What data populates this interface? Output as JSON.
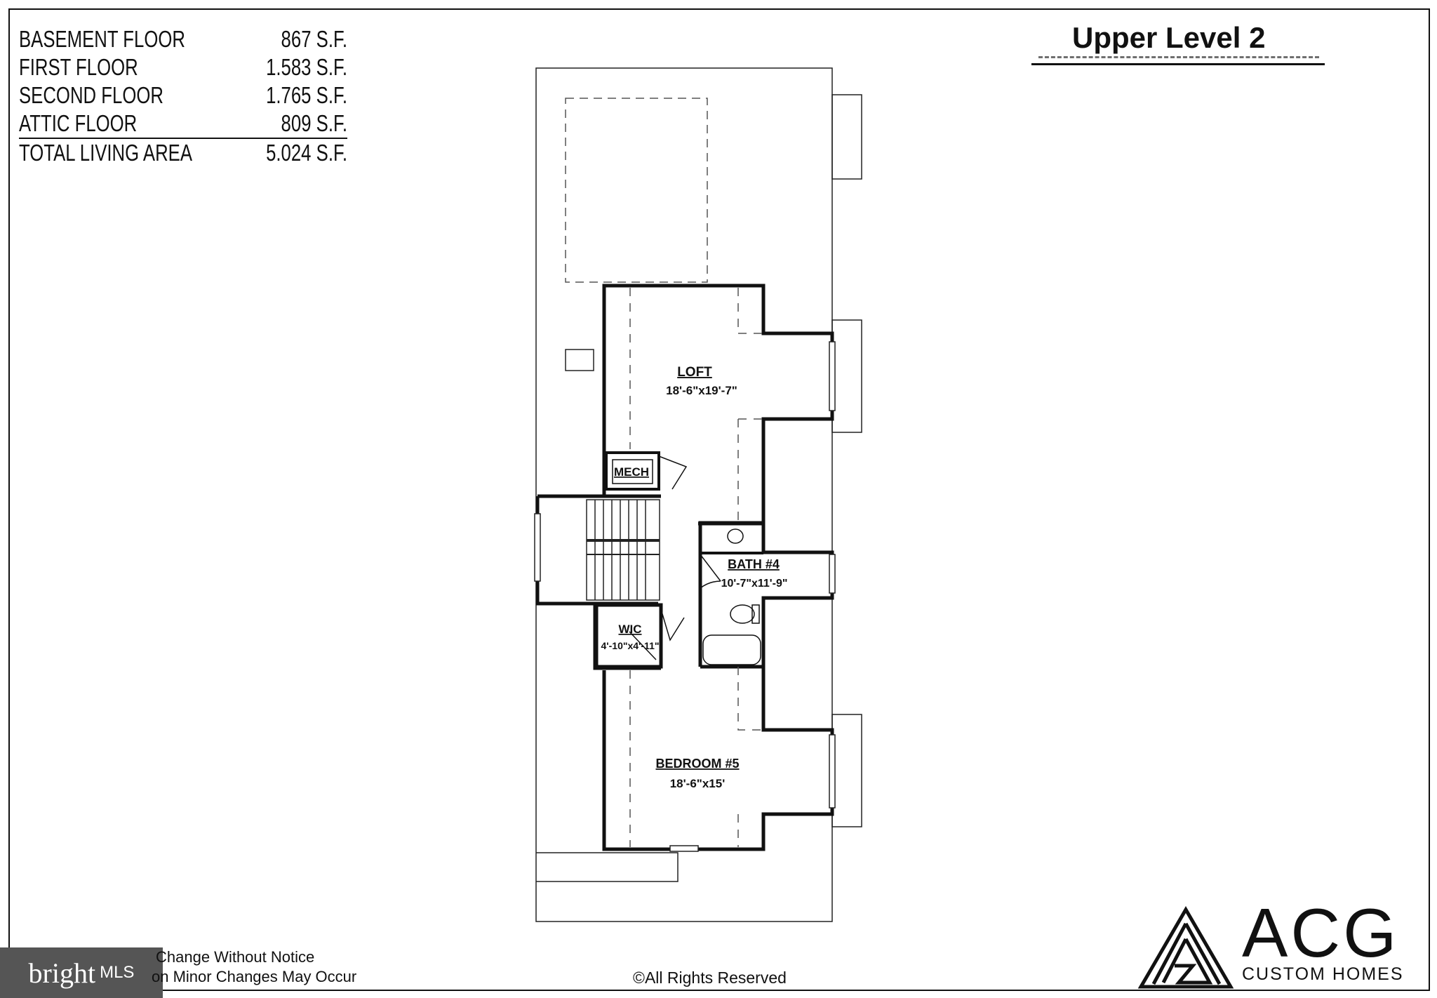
{
  "area_table": [
    {
      "label": "BASEMENT FLOOR",
      "value": "867 S.F.",
      "underlined": false
    },
    {
      "label": "FIRST FLOOR",
      "value": "1.583 S.F.",
      "underlined": false
    },
    {
      "label": "SECOND FLOOR",
      "value": "1.765 S.F.",
      "underlined": false
    },
    {
      "label": "ATTIC FLOOR",
      "value": "809 S.F.",
      "underlined": true
    },
    {
      "label": "TOTAL LIVING AREA",
      "value": "5.024 S.F.",
      "underlined": false
    }
  ],
  "title": "Upper Level 2",
  "rooms": {
    "loft": {
      "name": "LOFT",
      "size": "18'-6\"x19'-7\""
    },
    "mech": {
      "name": "MECH"
    },
    "bath": {
      "name": "BATH #4",
      "size": "10'-7\"x11'-9\""
    },
    "wic": {
      "name": "WIC",
      "size": "4'-10\"x4'-11\""
    },
    "bedroom": {
      "name": "BEDROOM #5",
      "size": "18'-6\"x15'"
    }
  },
  "footer": {
    "line1": "Change Without Notice",
    "line2": "on Minor Changes May Occur",
    "rights": "©All Rights Reserved"
  },
  "watermark": {
    "brand": "bright",
    "suffix": "MLS"
  },
  "logo": {
    "name": "ACG",
    "subtitle": "CUSTOM HOMES"
  }
}
